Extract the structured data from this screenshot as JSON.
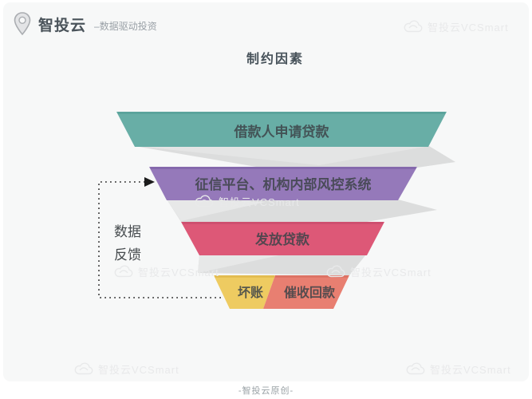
{
  "header": {
    "brand": "智投云",
    "tagline": "–数据驱动投资"
  },
  "watermark": {
    "text": "智投云VCSmart"
  },
  "diagram": {
    "title": "制约因素",
    "levels": [
      {
        "label": "借款人申请贷款",
        "color": "#68aea6"
      },
      {
        "label": "征信平台、机构内部风控系统",
        "color": "#9579ba"
      },
      {
        "label": "发放贷款",
        "color": "#dd5877"
      },
      {
        "label_left": "坏账",
        "color_left": "#eecb61",
        "label_right": "催收回款",
        "color_right": "#e87f71"
      }
    ],
    "feedback": {
      "line1": "数据",
      "line2": "反馈"
    }
  },
  "footer": {
    "caption": "-智投云原创-"
  }
}
